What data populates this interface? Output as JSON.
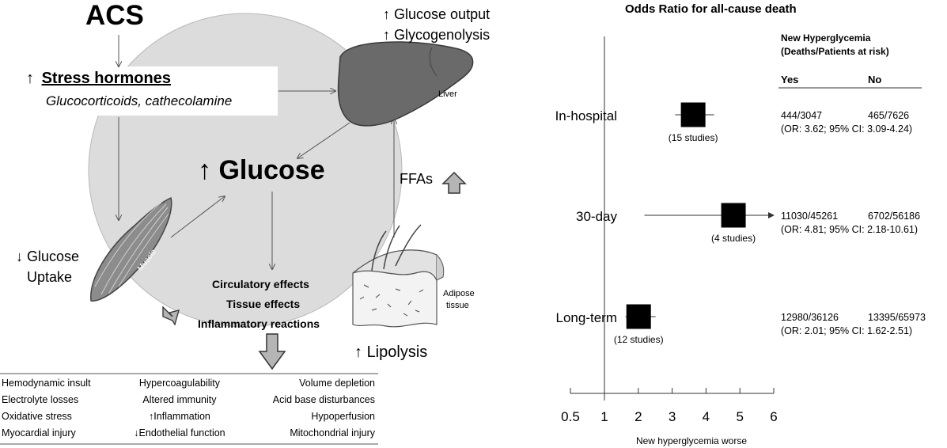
{
  "diagram": {
    "acs": "ACS",
    "arrow_up": "↑",
    "arrow_down": "↓",
    "stress_hormones": "Stress hormones",
    "hormone_list": "Glucocorticoids, cathecolamine",
    "glucose": "Glucose",
    "glucose_output": "Glucose output",
    "glycogenolysis": "Glycogenolysis",
    "liver_label": "Liver",
    "muscle_label": "Muscle",
    "glucose_uptake_1": "Glucose",
    "glucose_uptake_2": "Uptake",
    "ffas": "FFAs",
    "adipose_1": "Adipose",
    "adipose_2": "tissue",
    "lipolysis": "Lipolysis",
    "effects": [
      "Circulatory effects",
      "Tissue effects",
      "Inflammatory reactions"
    ],
    "colors": {
      "circle": "#dcdcdc",
      "liver": "#6a6a6a",
      "arrow_fill": "#b5b5b5"
    }
  },
  "consequences": {
    "rows": [
      [
        "Hemodynamic insult",
        "Hypercoagulability",
        "Volume depletion"
      ],
      [
        "Electrolyte losses",
        "Altered immunity",
        "Acid base disturbances"
      ],
      [
        "Oxidative stress",
        "↑Inflammation",
        "Hypoperfusion"
      ],
      [
        "Myocardial injury",
        "↓Endothelial function",
        "Mitochondrial injury"
      ]
    ]
  },
  "chart_data": {
    "type": "forest",
    "title": "Odds Ratio for all-cause death",
    "xlabel": "New hyperglycemia worse",
    "ticks": [
      0.5,
      1,
      2,
      3,
      4,
      5,
      6
    ],
    "tick_labels": [
      "0.5",
      "1",
      "2",
      "3",
      "4",
      "5",
      "6"
    ],
    "reference_line": 1,
    "header": "New Hyperglycemia",
    "subheader": "(Deaths/Patients at risk)",
    "col_yes": "Yes",
    "col_no": "No",
    "rows": [
      {
        "label": "In-hospital",
        "or": 3.62,
        "ci": [
          3.09,
          4.24
        ],
        "studies": "(15 studies)",
        "yes": "444/3047",
        "no": "465/7626",
        "summary": "(OR: 3.62; 95% CI: 3.09-4.24)"
      },
      {
        "label": "30-day",
        "or": 4.81,
        "ci": [
          2.18,
          10.61
        ],
        "studies": "(4 studies)",
        "yes": "11030/45261",
        "no": "6702/56186",
        "summary": "(OR: 4.81; 95% CI: 2.18-10.61)"
      },
      {
        "label": "Long-term",
        "or": 2.01,
        "ci": [
          1.62,
          2.51
        ],
        "studies": "(12 studies)",
        "yes": "12980/36126",
        "no": "13395/65973",
        "summary": "(OR: 2.01; 95% CI: 1.62-2.51)"
      }
    ]
  }
}
